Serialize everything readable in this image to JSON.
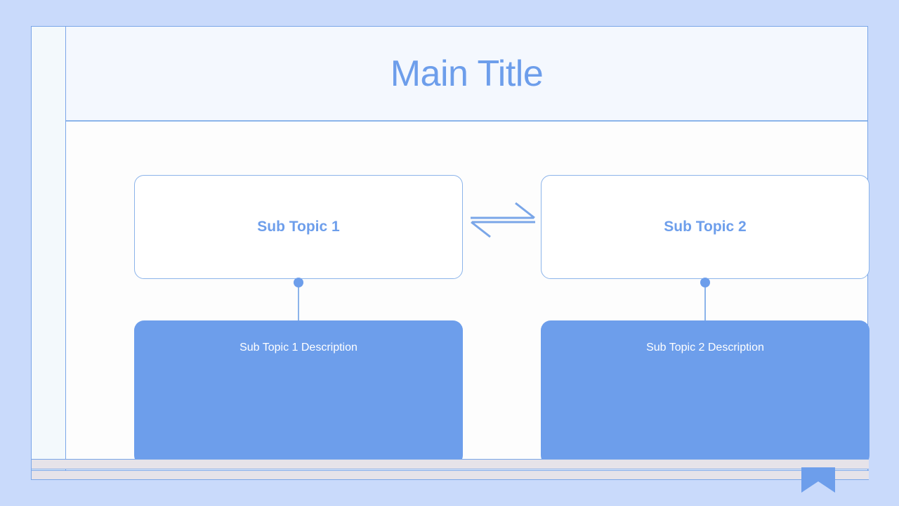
{
  "slide": {
    "header": {
      "title": "Main Title"
    },
    "topics": [
      {
        "label": "Sub Topic 1",
        "description": "Sub Topic 1 Description"
      },
      {
        "label": "Sub Topic 2",
        "description": "Sub Topic 2 Description"
      }
    ],
    "connector_symbol": "equilibrium-arrow",
    "icons": {
      "bookmark": "bookmark-ribbon-icon"
    }
  },
  "colors": {
    "canvas_background": "#c9dafb",
    "frame_border": "#7aa6e8",
    "header_background": "#f4f8fe",
    "body_background": "#fdfdfd",
    "rail_background": "#f3f9fc",
    "accent_blue": "#6d9eeb",
    "outline_blue": "#8cb4ea",
    "footer_bar": "#e6e3e9",
    "description_text": "#ffffff"
  }
}
